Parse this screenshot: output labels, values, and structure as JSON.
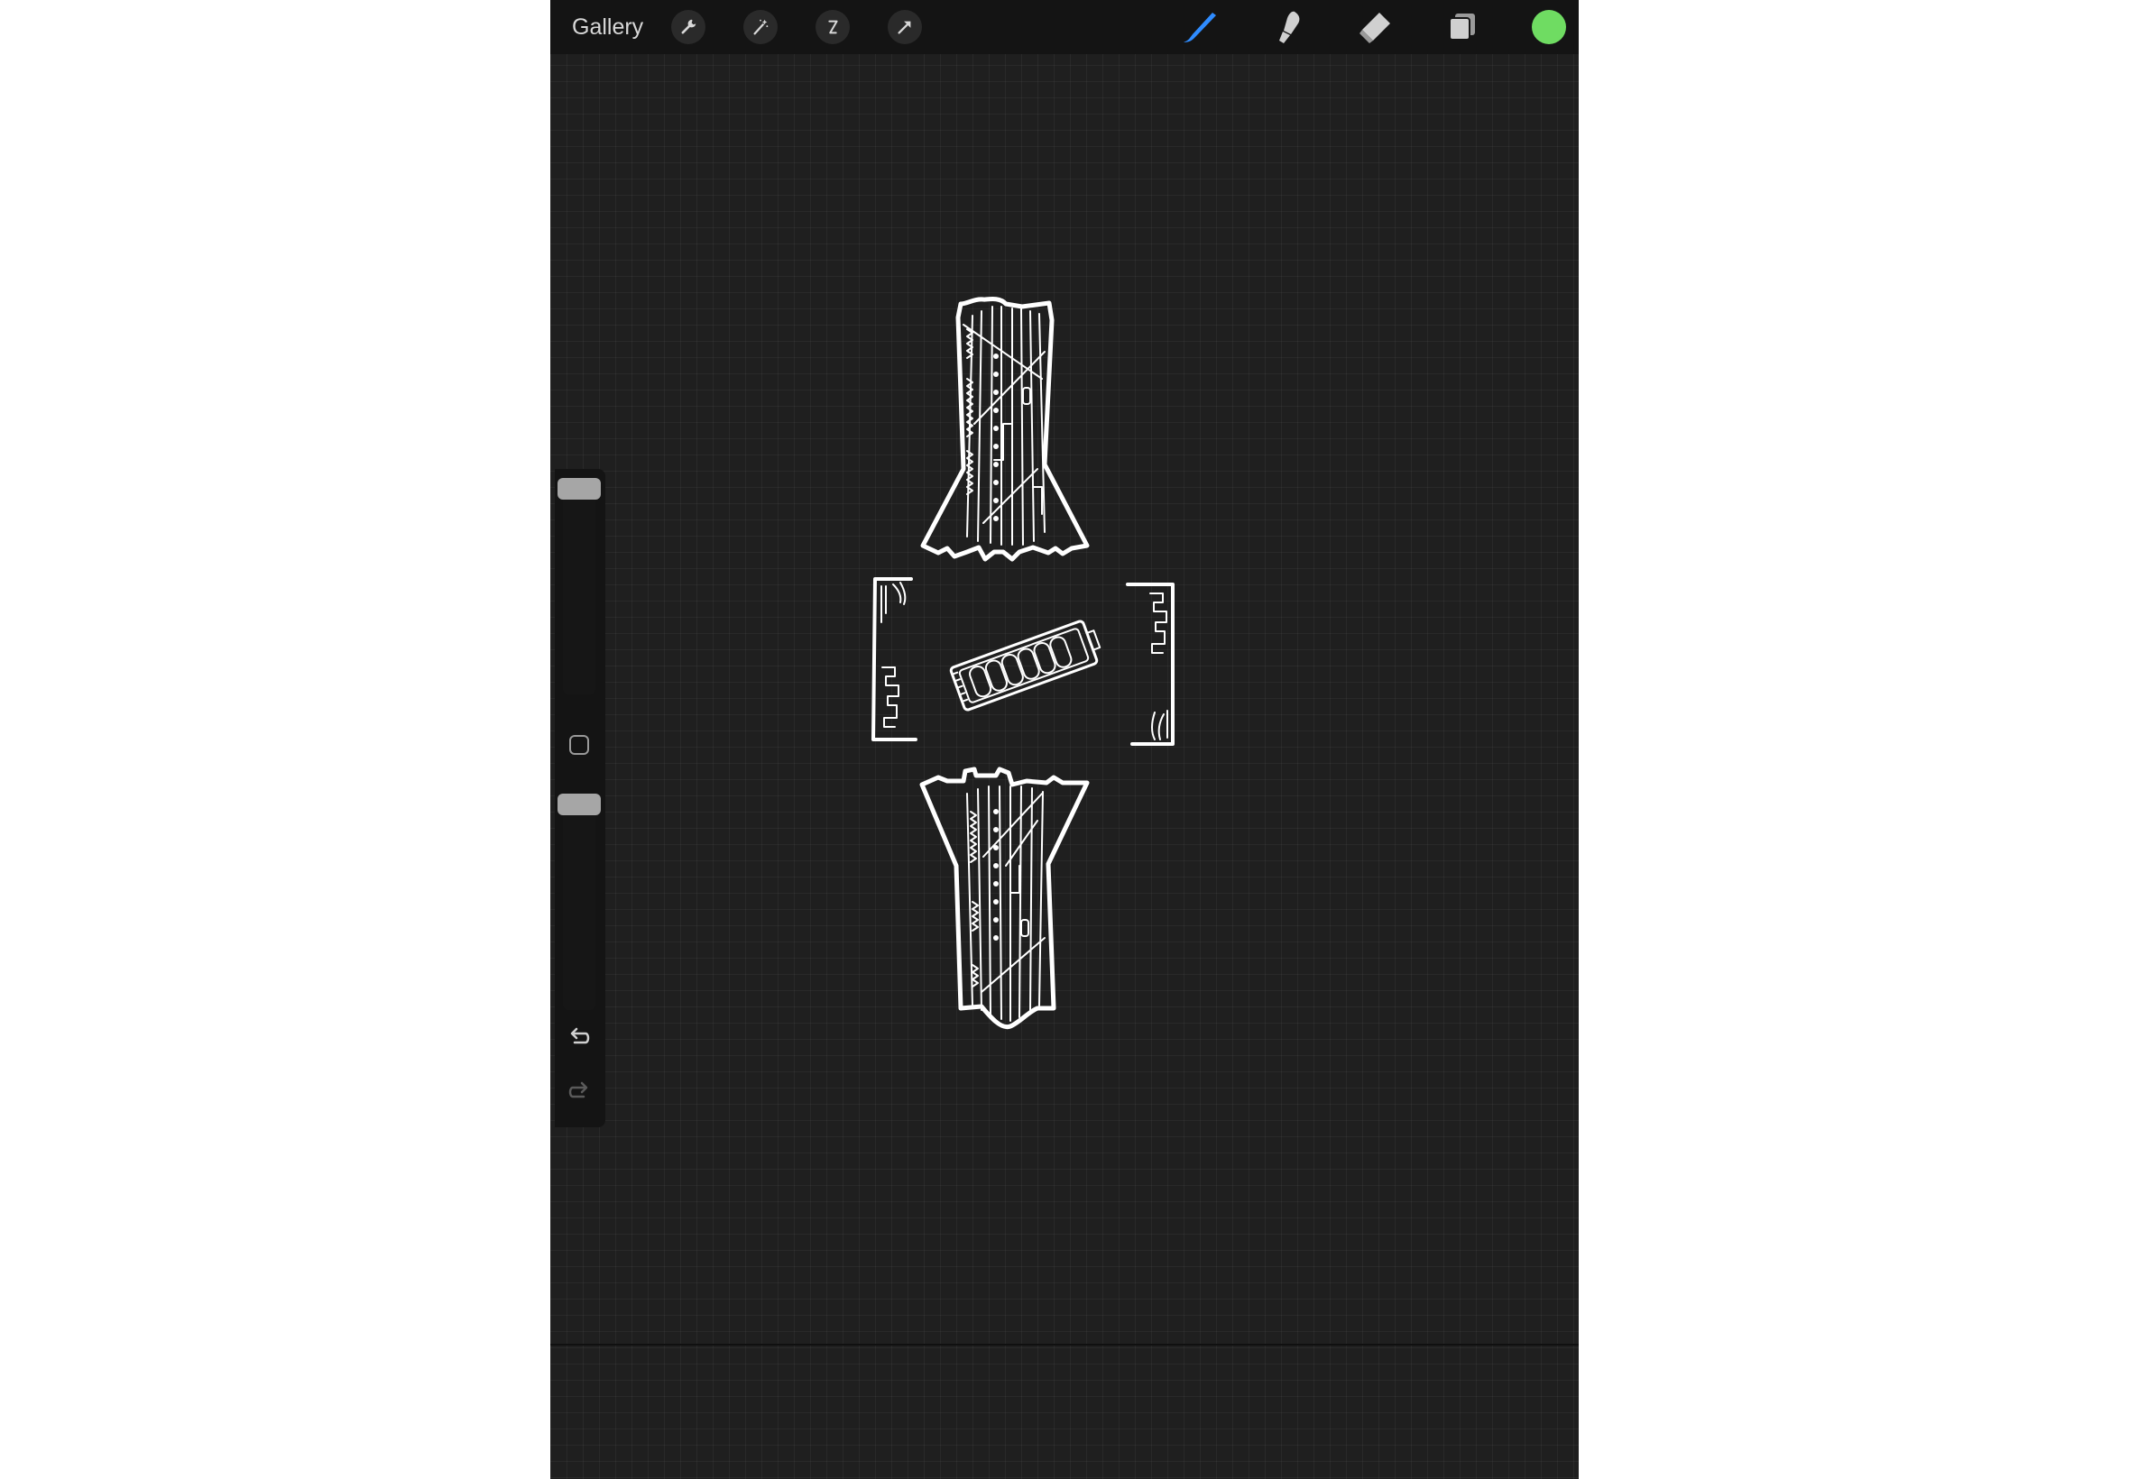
{
  "toolbar": {
    "gallery_label": "Gallery",
    "left_tools": [
      {
        "icon": "wrench-icon",
        "name": "actions"
      },
      {
        "icon": "magic-wand-icon",
        "name": "adjustments"
      },
      {
        "icon": "selection-icon",
        "name": "selection"
      },
      {
        "icon": "transform-arrow-icon",
        "name": "transform"
      }
    ],
    "right_tools": [
      {
        "icon": "brush-icon",
        "name": "paint",
        "active": true
      },
      {
        "icon": "smudge-icon",
        "name": "smudge",
        "active": false
      },
      {
        "icon": "eraser-icon",
        "name": "eraser",
        "active": false
      },
      {
        "icon": "layers-icon",
        "name": "layers",
        "active": false
      }
    ],
    "current_color": "#6fdc62",
    "active_tool_color": "#2f8cff"
  },
  "sidebar": {
    "size_slider_icon": "size-slider",
    "opacity_slider_icon": "opacity-slider",
    "modify_icon": "square-modify-icon",
    "undo_icon": "undo-icon",
    "redo_icon": "redo-icon"
  },
  "canvas": {
    "background": "#1f1f1f",
    "stroke_color": "#ffffff"
  }
}
